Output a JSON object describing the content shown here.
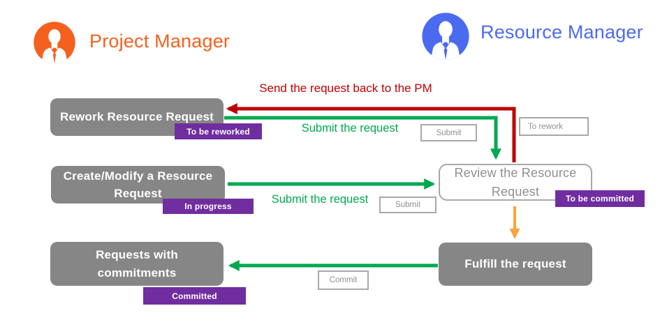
{
  "actors": {
    "project_manager": {
      "label": "Project Manager",
      "color": "#F4611E"
    },
    "resource_manager": {
      "label": "Resource Manager",
      "color": "#4A6BF0"
    }
  },
  "nodes": {
    "rework": {
      "label": "Rework Resource Request",
      "status": "To be reworked"
    },
    "create": {
      "label": "Create/Modify a Resource Request",
      "status": "In progress"
    },
    "commits": {
      "label": "Requests with commitments",
      "status": "Committed"
    },
    "review": {
      "label": "Review the Resource Request",
      "status": "To be committed"
    },
    "fulfill": {
      "label": "Fulfill the request"
    }
  },
  "edge_labels": {
    "send_back": "Send the request back to the PM",
    "submit_top": "Submit the request",
    "submit_mid": "Submit the request"
  },
  "buttons": {
    "submit_top": "Submit",
    "to_rework": "To rework",
    "submit_mid": "Submit",
    "commit": "Commit"
  },
  "colors": {
    "pm_accent": "#F4611E",
    "rm_accent": "#4A6BF0",
    "node_gray": "#868686",
    "badge_purple": "#702DA0",
    "flow_green": "#00A94F",
    "flow_red": "#C00000",
    "flow_orange": "#FAA33C",
    "outline_gray": "#A8A8A8"
  }
}
